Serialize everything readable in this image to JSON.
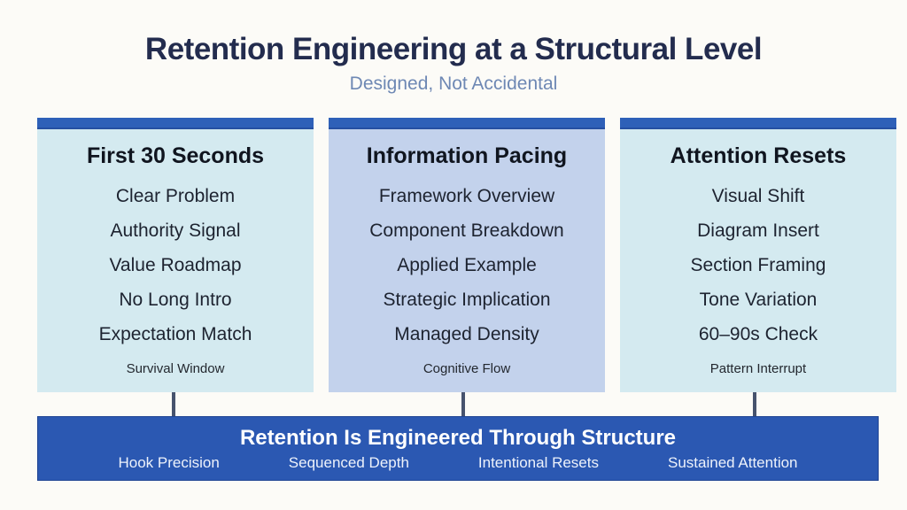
{
  "slide": {
    "title": "Retention Engineering at a Structural Level",
    "subtitle": "Designed, Not Accidental"
  },
  "columns": [
    {
      "header": "First 30 Seconds",
      "items": [
        "Clear Problem",
        "Authority Signal",
        "Value Roadmap",
        "No Long Intro",
        "Expectation Match"
      ],
      "footer": "Survival Window",
      "body_color": "#d4eaf0"
    },
    {
      "header": "Information Pacing",
      "items": [
        "Framework Overview",
        "Component Breakdown",
        "Applied Example",
        "Strategic Implication",
        "Managed Density"
      ],
      "footer": "Cognitive Flow",
      "body_color": "#c3d2ec"
    },
    {
      "header": "Attention Resets",
      "items": [
        "Visual Shift",
        "Diagram Insert",
        "Section Framing",
        "Tone Variation",
        "60–90s Check"
      ],
      "footer": "Pattern Interrupt",
      "body_color": "#d4eaf0"
    }
  ],
  "banner": {
    "title": "Retention Is Engineered Through Structure",
    "items": [
      "Hook Precision",
      "Sequenced Depth",
      "Intentional Resets",
      "Sustained Attention"
    ]
  },
  "colors": {
    "page_bg": "#fcfbf7",
    "title_navy": "#232c4e",
    "subtitle_blue": "#6e88b4",
    "accent_blue": "#2e60b8",
    "bar_blue": "#2b58b2",
    "connector_slate": "#47536e",
    "column_cyan": "#d4eaf0",
    "column_periwinkle": "#c3d2ec"
  }
}
